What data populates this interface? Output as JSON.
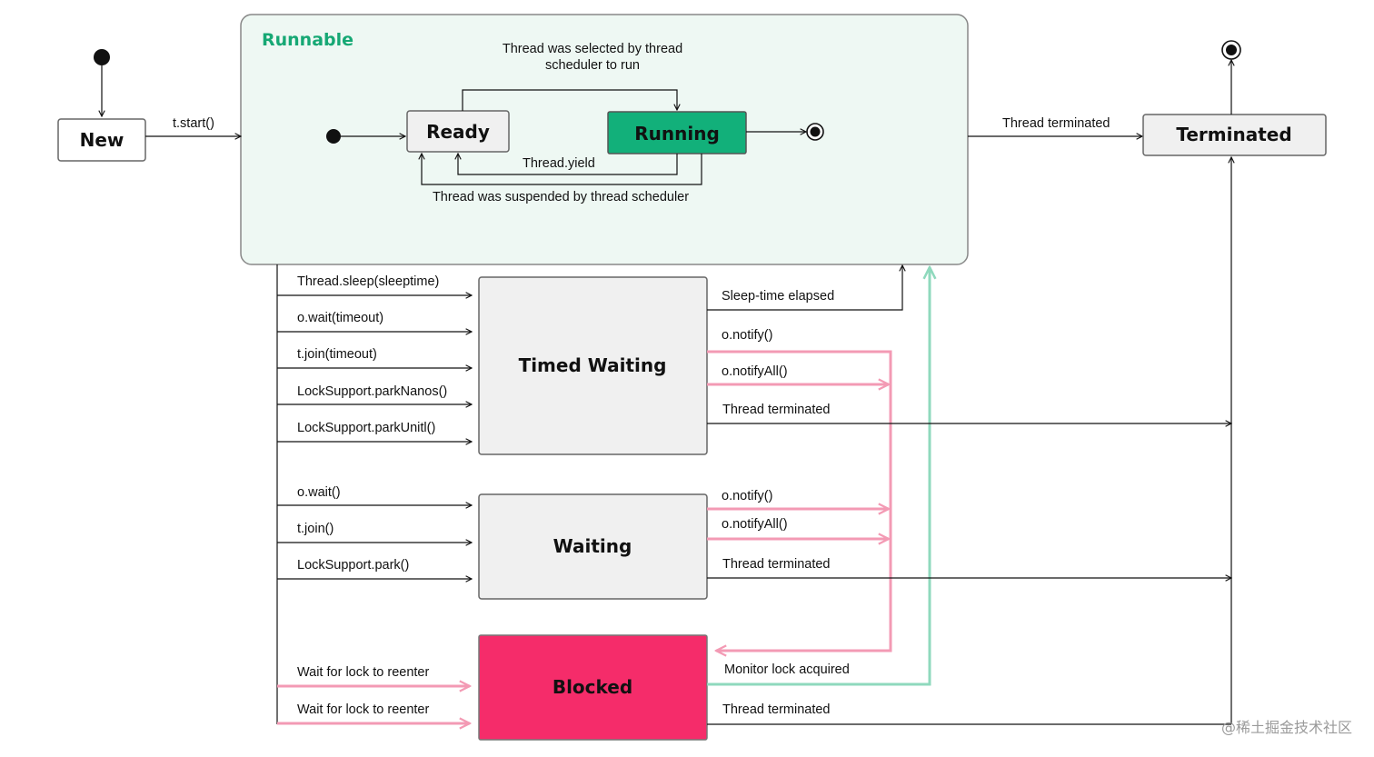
{
  "colors": {
    "runnable_bg": "#eef8f3",
    "running_fill": "#12b07a",
    "blocked_fill": "#f52c6a",
    "state_fill": "#f0f0f0",
    "pink_arrow": "#f39ab4",
    "green_arrow": "#8fd9bd",
    "runnable_title": "#16a874"
  },
  "states": {
    "new": "New",
    "runnable": "Runnable",
    "ready": "Ready",
    "running": "Running",
    "terminated": "Terminated",
    "timed_waiting": "Timed Waiting",
    "waiting": "Waiting",
    "blocked": "Blocked"
  },
  "runnable_labels": {
    "selected_line1": "Thread was selected by thread",
    "selected_line2": "scheduler to run",
    "yield": "Thread.yield",
    "suspended": "Thread was suspended by thread scheduler"
  },
  "labels": {
    "t_start": "t.start()",
    "thread_terminated_top": "Thread  terminated"
  },
  "timed_waiting_in": [
    "Thread.sleep(sleeptime)",
    "o.wait(timeout)",
    "t.join(timeout)",
    "LockSupport.parkNanos()",
    "LockSupport.parkUnitl()"
  ],
  "timed_waiting_out": {
    "sleep_elapsed": "Sleep-time elapsed",
    "notify": "o.notify()",
    "notify_all": "o.notifyAll()",
    "terminated": "Thread  terminated"
  },
  "waiting_in": [
    "o.wait()",
    "t.join()",
    "LockSupport.park()"
  ],
  "waiting_out": {
    "notify": "o.notify()",
    "notify_all": "o.notifyAll()",
    "terminated": "Thread  terminated"
  },
  "blocked_in": [
    "Wait for lock to reenter",
    "Wait for lock to reenter"
  ],
  "blocked_out": {
    "monitor": "Monitor lock  acquired",
    "terminated": "Thread  terminated"
  },
  "watermark": "@稀土掘金技术社区"
}
